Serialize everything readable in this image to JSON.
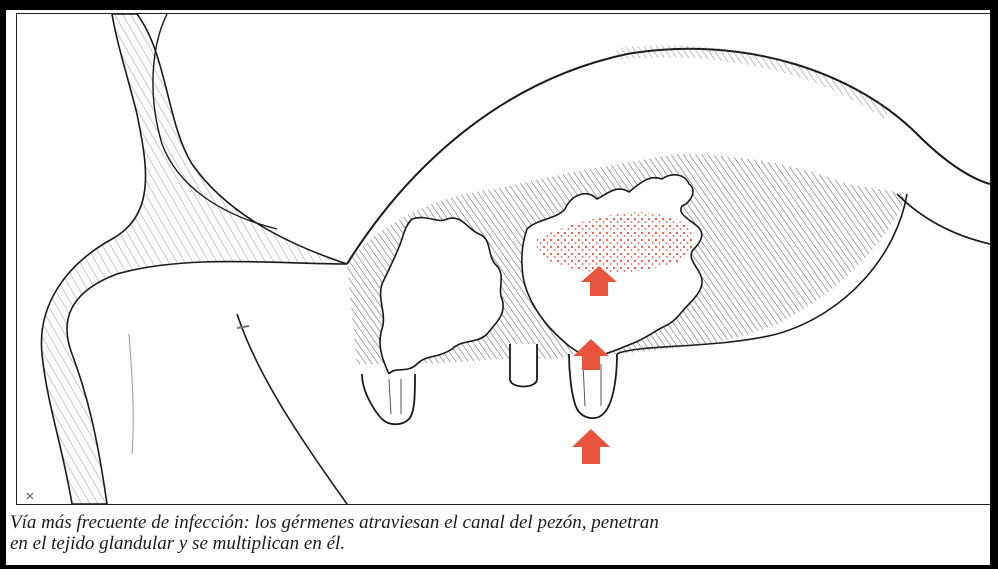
{
  "figure": {
    "arrow_color": "#e8533b",
    "dots_color": "#e8533b",
    "line_color": "#1a1a1a",
    "icons": [
      "udder-drawing",
      "infection-arrow-icon"
    ]
  },
  "caption": {
    "line1": "Vía más frecuente de infección: los gérmenes atraviesan el canal del pezón, penetran",
    "line2": "en el tejido glandular y se multiplican en él."
  }
}
